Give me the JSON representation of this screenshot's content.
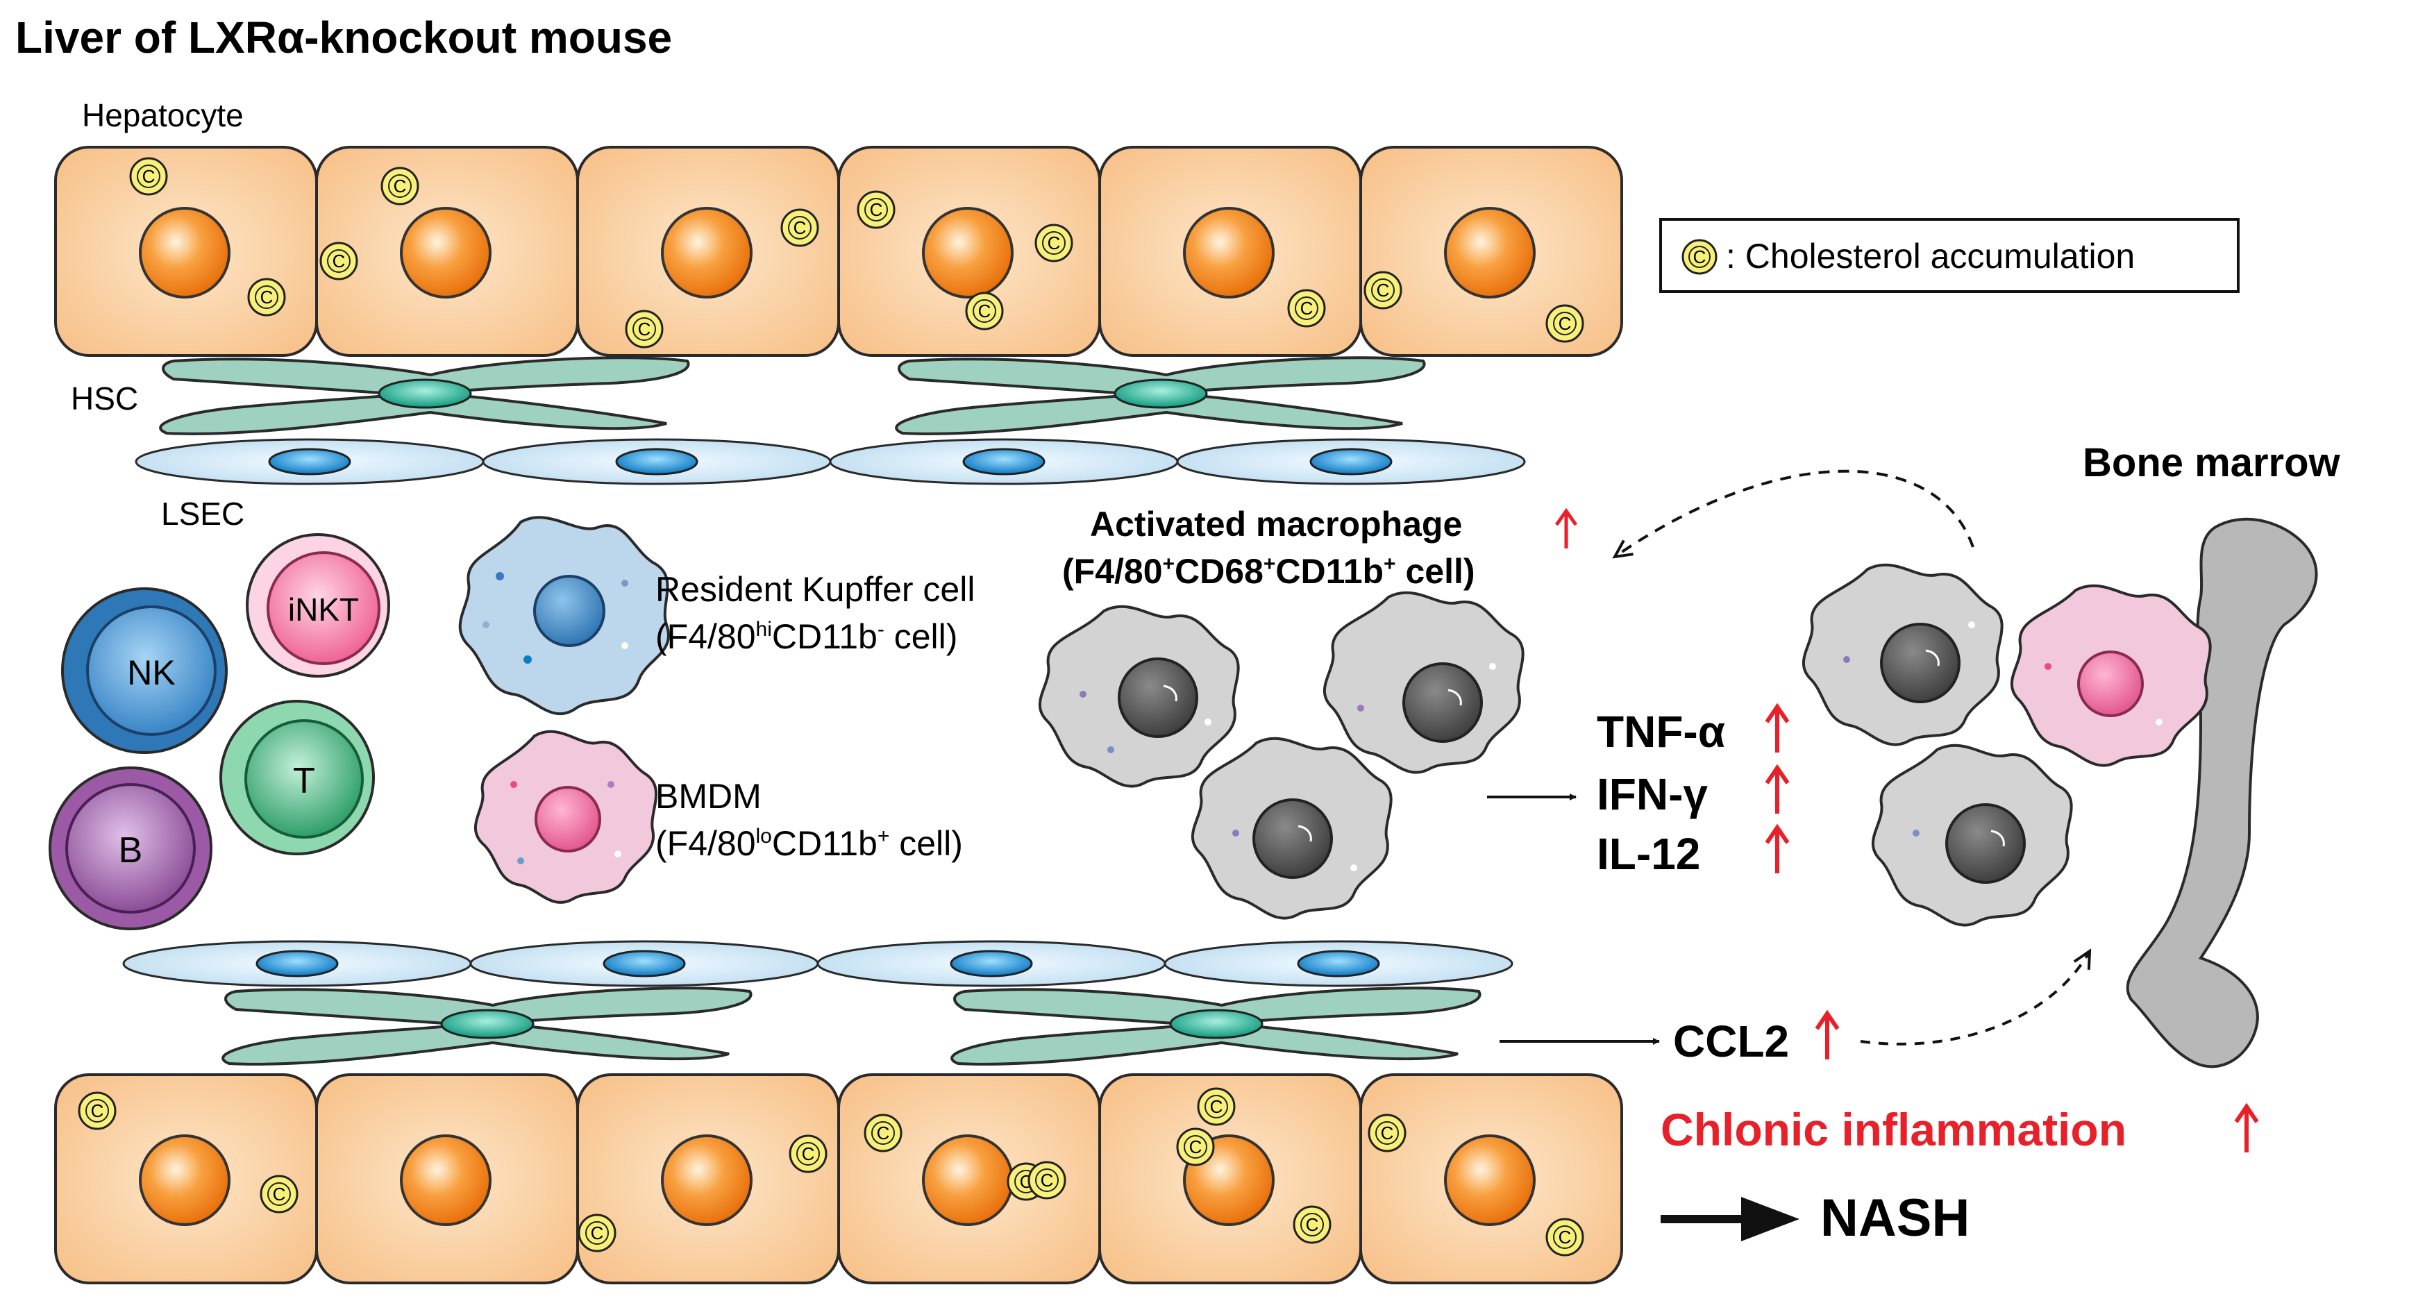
{
  "title": "Liver of LXRα-knockout mouse",
  "labels": {
    "hepatocyte": "Hepatocyte",
    "hsc": "HSC",
    "lsec": "LSEC",
    "nk": "NK",
    "inkt": "iNKT",
    "t": "T",
    "b": "B",
    "cholesterol_marker": "C",
    "bone_marrow": "Bone marrow"
  },
  "legend": {
    "text": ": Cholesterol accumulation"
  },
  "kupffer": {
    "line1": "Resident Kupffer cell",
    "line2_pre": "(F4/80",
    "line2_sup": "hi",
    "line2_mid": "CD11b",
    "line2_sup2": "-",
    "line2_post": " cell)"
  },
  "bmdm": {
    "line1": "BMDM",
    "line2_pre": "(F4/80",
    "line2_sup": "lo",
    "line2_mid": "CD11b",
    "line2_sup2": "+",
    "line2_post": " cell)"
  },
  "activated": {
    "line1": "Activated macrophage",
    "line2_pre": "(F4/80",
    "line2_sup1": "+",
    "line2_a": "CD68",
    "line2_sup2": "+",
    "line2_b": "CD11b",
    "line2_sup3": "+",
    "line2_post": " cell)"
  },
  "cytokines": [
    "TNF-α",
    "IFN-γ",
    "IL-12"
  ],
  "ccl2": "CCL2",
  "outcome": {
    "inflammation": "Chlonic inflammation",
    "nash": "NASH"
  },
  "colors": {
    "hepatocyte_fill": "#f9c894",
    "nucleus": "#f07f10",
    "hsc": "#9fd1c1",
    "lsec": "#cce6f4",
    "nk": "#2e78b8",
    "inkt": "#f06e9b",
    "t": "#2ea06a",
    "b": "#8d4c96",
    "up_arrow": "#e8202a",
    "cholesterol": "#f7f07a"
  }
}
